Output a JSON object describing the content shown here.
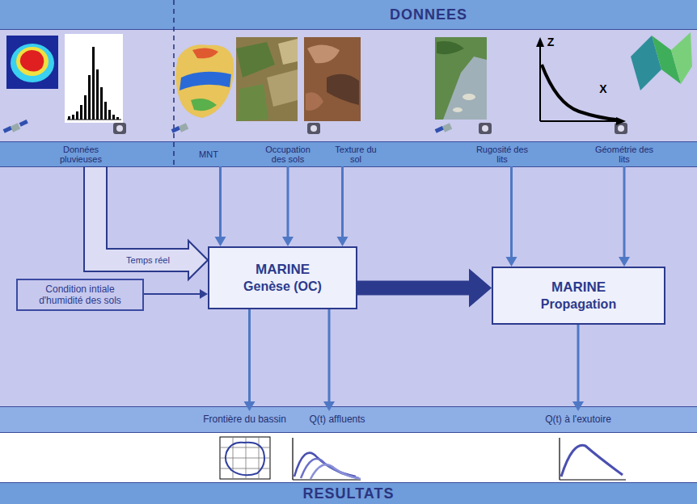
{
  "diagram": {
    "nodes": [
      {
        "text": [
          "Données pluvieuses"
        ]
      },
      {
        "text": [
          "MNT"
        ]
      },
      {
        "text": [
          "Occupation des sols"
        ]
      },
      {
        "text": [
          "Texture du sol"
        ]
      },
      {
        "text": [
          "Rugosité des lits"
        ]
      },
      {
        "text": [
          "Géométrie des lits"
        ]
      },
      {
        "text": [
          "Condition intiale d'humidité des sols"
        ]
      },
      {
        "text": [
          "MARINE",
          "Genèse (OC)"
        ]
      },
      {
        "text": [
          "MARINE",
          "Propagation"
        ]
      },
      {
        "text": [
          "Frontière du bassin"
        ]
      },
      {
        "text": [
          "Q(t) affluents"
        ]
      },
      {
        "text": [
          "Q(t) à l'exutoire"
        ]
      }
    ],
    "edges": [
      {
        "from": 0,
        "to": 7,
        "label": "Temps réel",
        "arrow": "to"
      },
      {
        "from": 1,
        "to": 7,
        "arrow": "to"
      },
      {
        "from": 2,
        "to": 7,
        "arrow": "to"
      },
      {
        "from": 3,
        "to": 7,
        "arrow": "to"
      },
      {
        "from": 6,
        "to": 7,
        "arrow": "to"
      },
      {
        "from": 7,
        "to": 8,
        "arrow": "to"
      },
      {
        "from": 4,
        "to": 8,
        "arrow": "to"
      },
      {
        "from": 5,
        "to": 8,
        "arrow": "to"
      },
      {
        "from": 7,
        "to": 9,
        "arrow": "to"
      },
      {
        "from": 7,
        "to": 10,
        "arrow": "to"
      },
      {
        "from": 8,
        "to": 11,
        "arrow": "to"
      }
    ],
    "labels": [
      "DONNEES",
      "RESULTATS",
      "Z",
      "X"
    ]
  }
}
